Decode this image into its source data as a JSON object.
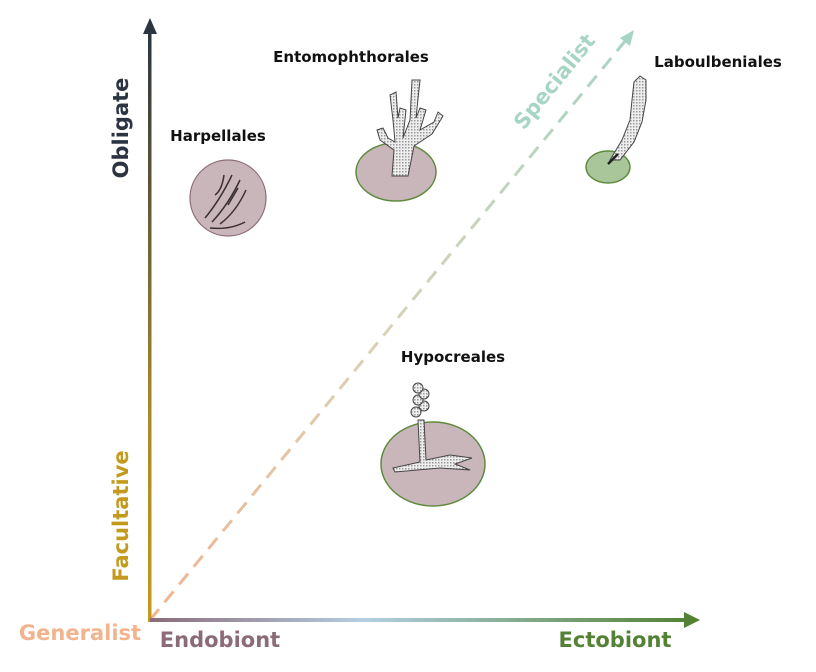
{
  "axes": {
    "y_top_label": "Obligate",
    "y_bottom_label": "Facultative",
    "origin_label": "Generalist",
    "x_left_label": "Endobiont",
    "x_right_label": "Ectobiont",
    "diagonal_label": "Specialist"
  },
  "groups": [
    {
      "name": "Harpellales"
    },
    {
      "name": "Entomophthorales"
    },
    {
      "name": "Laboulbeniales"
    },
    {
      "name": "Hypocreales"
    }
  ],
  "colors": {
    "obligate": "#2b3440",
    "facultative": "#c49a1c",
    "generalist": "#f2b48f",
    "endobiont": "#8c6b79",
    "ectobiont": "#548235",
    "specialist": "#a6d5c4",
    "host_endo": "#c9b6ba",
    "host_ecto": "#a9c59a",
    "outline": "#5e8a3e"
  }
}
